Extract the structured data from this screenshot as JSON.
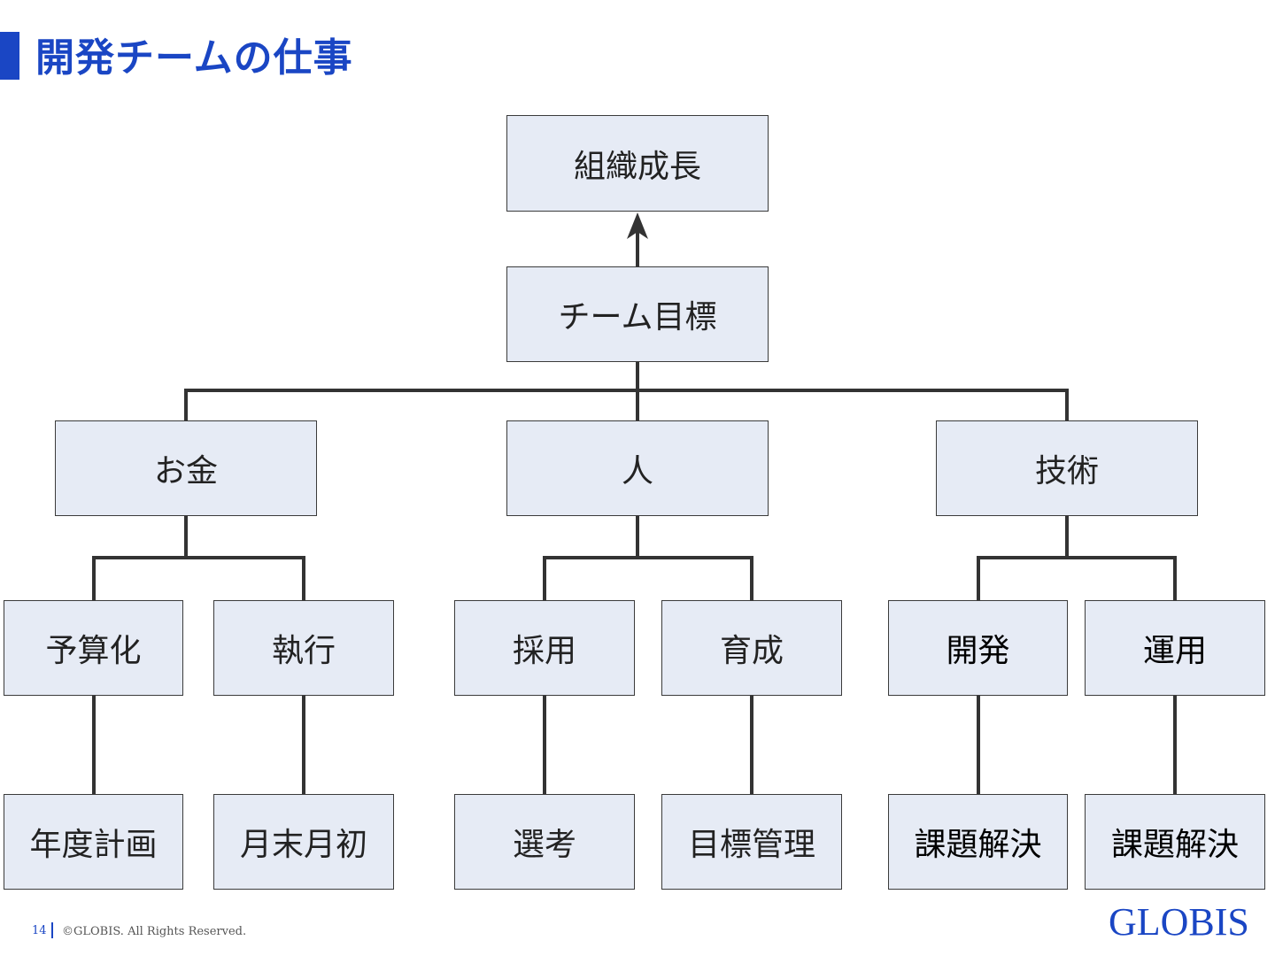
{
  "title": "開発チームの仕事",
  "nodes": {
    "growth": "組織成長",
    "team_goal": "チーム目標",
    "money": "お金",
    "people": "人",
    "tech": "技術",
    "budget": "予算化",
    "execution": "執行",
    "hiring": "採用",
    "training": "育成",
    "development": "開発",
    "operation": "運用",
    "annual_plan": "年度計画",
    "month_close": "月末月初",
    "selection": "選考",
    "goal_management": "目標管理",
    "problem_solving_dev": "課題解決",
    "problem_solving_ops": "課題解決"
  },
  "footer": {
    "page_number": "14",
    "copyright": "©GLOBIS. All Rights Reserved.",
    "logo": "GLOBIS"
  }
}
